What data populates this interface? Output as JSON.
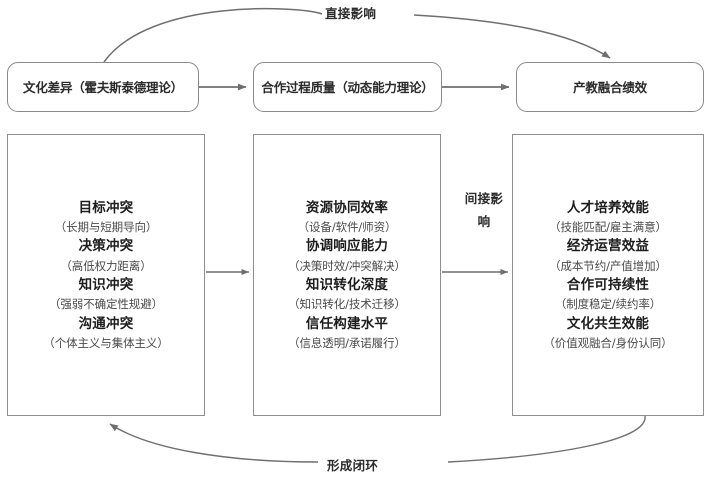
{
  "diagram": {
    "title_chain": {
      "boxes": [
        {
          "id": "cultural-difference",
          "label": "文化差异（霍夫斯泰德理论）"
        },
        {
          "id": "cooperation-quality",
          "label": "合作过程质量（动态能力理论）"
        },
        {
          "id": "integration-performance",
          "label": "产教融合绩效"
        }
      ]
    },
    "annotations": {
      "direct_influence": "直接影响",
      "indirect_influence": "间接影响",
      "closed_loop": "形成闭环"
    },
    "columns": [
      {
        "id": "conflict-column",
        "factors": [
          {
            "title": "目标冲突",
            "sub": "（长期与短期导向）"
          },
          {
            "title": "决策冲突",
            "sub": "（高低权力距离）"
          },
          {
            "title": "知识冲突",
            "sub": "（强弱不确定性规避）"
          },
          {
            "title": "沟通冲突",
            "sub": "（个体主义与集体主义）"
          }
        ]
      },
      {
        "id": "process-column",
        "factors": [
          {
            "title": "资源协同效率",
            "sub": "（设备/软件/师资）"
          },
          {
            "title": "协调响应能力",
            "sub": "（决策时效/冲突解决）"
          },
          {
            "title": "知识转化深度",
            "sub": "（知识转化/技术迁移）"
          },
          {
            "title": "信任构建水平",
            "sub": "（信息透明/承诺履行）"
          }
        ]
      },
      {
        "id": "outcome-column",
        "factors": [
          {
            "title": "人才培养效能",
            "sub": "（技能匹配/雇主满意）"
          },
          {
            "title": "经济运营效益",
            "sub": "（成本节约/产值增加）"
          },
          {
            "title": "合作可持续性",
            "sub": "（制度稳定/续约率）"
          },
          {
            "title": "文化共生效能",
            "sub": "（价值观融合/身份认同）"
          }
        ]
      }
    ],
    "colors": {
      "stroke": "#8a8a8a",
      "text": "#1d1d1d",
      "subtext": "#4a4a4a",
      "background": "#ffffff"
    }
  }
}
